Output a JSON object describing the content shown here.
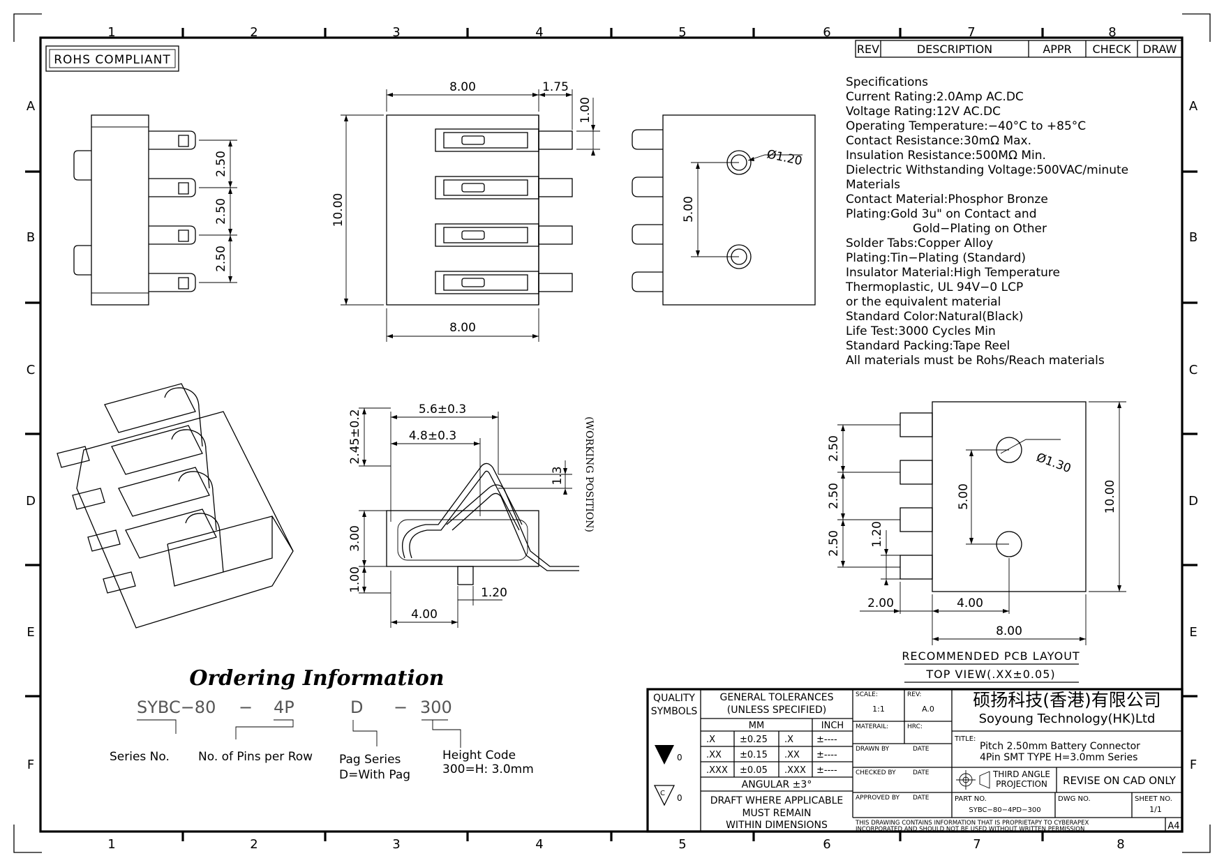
{
  "zones": {
    "cols": [
      "1",
      "2",
      "3",
      "4",
      "5",
      "6",
      "7",
      "8"
    ],
    "rows": [
      "A",
      "B",
      "C",
      "D",
      "E",
      "F"
    ]
  },
  "rohs": "ROHS COMPLIANT",
  "revision_table": {
    "rev": "REV",
    "description": "DESCRIPTION",
    "appr": "APPR",
    "check": "CHECK",
    "draw": "DRAW"
  },
  "specifications": [
    "Specifications",
    "Current Rating:2.0Amp AC.DC",
    "Voltage Rating:12V AC.DC",
    "Operating Temperature:−40°C to +85°C",
    "Contact Resistance:30mΩ Max.",
    "Insulation Resistance:500MΩ Min.",
    "Dielectric Withstanding Voltage:500VAC/minute",
    "Materials",
    "Contact Material:Phosphor Bronze",
    "Plating:Gold 3u\" on Contact and",
    "Gold−Plating on Other",
    "Solder Tabs:Copper Alloy",
    "Plating:Tin−Plating (Standard)",
    "Insulator Material:High Temperature",
    "Thermoplastic, UL 94V−0 LCP",
    "or the equivalent material",
    "Standard Color:Natural(Black)",
    "Life Test:3000 Cycles Min",
    "Standard Packing:Tape Reel",
    "All materials must be Rohs/Reach materials"
  ],
  "dims": {
    "side_pitch": [
      "2.50",
      "2.50",
      "2.50"
    ],
    "front_width_top": "8.00",
    "front_pin": "1.75",
    "front_pin_h": "1.00",
    "front_height": "10.00",
    "front_width_bottom": "8.00",
    "rear_hole": "Ø1.20",
    "rear_pitch": "5.00",
    "profile_top": "5.6±0.3",
    "profile_mid": "4.8±0.3",
    "profile_height": "2.45±0.2",
    "profile_work": "1.3",
    "working_position": "(WORKING POSITION)",
    "profile_body": "3.00",
    "profile_foot": "1.00",
    "profile_peg": "1.20",
    "profile_len": "4.00",
    "pcb_pitch": [
      "2.50",
      "2.50",
      "2.50"
    ],
    "pcb_pad": "1.20",
    "pcb_hole_pitch": "5.00",
    "pcb_height": "10.00",
    "pcb_hole": "Ø1.30",
    "pcb_left": "2.00",
    "pcb_mid": "4.00",
    "pcb_width": "8.00"
  },
  "pcb_title": "RECOMMENDED PCB LAYOUT",
  "pcb_view": "TOP VIEW(.XX±0.05)",
  "ordering": {
    "title": "Ordering Information",
    "code": {
      "series": "SYBC−80",
      "dash1": "−",
      "pins": "4P",
      "peg": "D",
      "dash2": "−",
      "height": "300"
    },
    "series_label": "Series No.",
    "pins_label": "No. of Pins per Row",
    "peg_label_1": "Pag Series",
    "peg_label_2": "D=With Pag",
    "height_label_1": "Height Code",
    "height_label_2": "300=H: 3.0mm"
  },
  "title_block": {
    "quality_1": "QUALITY",
    "quality_2": "SYMBOLS",
    "sym_0": "0",
    "tol_1": "GENERAL TOLERANCES",
    "tol_2": "(UNLESS SPECIFIED)",
    "mm": "MM",
    "inch": "INCH",
    "tol_rows": [
      {
        "a": ".X",
        "b": "±0.25",
        "c": ".X",
        "d": "±----"
      },
      {
        "a": ".XX",
        "b": "±0.15",
        "c": ".XX",
        "d": "±----"
      },
      {
        "a": ".XXX",
        "b": "±0.05",
        "c": ".XXX",
        "d": "±----"
      }
    ],
    "angular": "ANGULAR ±3°",
    "draft_1": "DRAFT WHERE APPLICABLE",
    "draft_2": "MUST REMAIN",
    "draft_3": "WITHIN DIMENSIONS",
    "scale_label": "SCALE:",
    "scale": "1:1",
    "rev_label": "REV:",
    "rev": "A.0",
    "material": "MATERAIL:",
    "hrc": "HRC:",
    "drawn": "DRAWN BY",
    "checked": "CHECKED BY",
    "approved": "APPROVED BY",
    "date": "DATE",
    "company_cn": "硕扬科技(香港)有限公司",
    "company_en": "Soyoung Technology(HK)Ltd",
    "title_label": "TITLE:",
    "title_1": "Pitch 2.50mm Battery Connector",
    "title_2": "4Pin SMT TYPE H=3.0mm Series",
    "projection_1": "THIRD ANGLE",
    "projection_2": "PROJECTION",
    "revise": "REVISE ON CAD ONLY",
    "part_label": "PART NO.",
    "part_no": "SYBC−80−4PD−300",
    "dwg_label": "DWG NO.",
    "sheet_label": "SHEET NO.",
    "sheet": "1/1",
    "disclaimer_1": "THIS DRAWING CONTAINS INFORMATION THAT IS PROPRIETAPY TO CYBERAPEX",
    "disclaimer_2": "INCORPORATED AND SHOULD NOT BE USED WITHOUT WRITTEN PERMISSION",
    "size": "A4"
  }
}
